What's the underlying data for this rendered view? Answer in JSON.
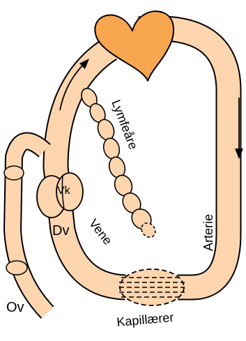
{
  "labels": {
    "lymph_vessel": "Lymfeåre",
    "artery": "Arterie",
    "vein": "Vene",
    "capillaries": "Kapillærer",
    "valve": "Vk",
    "deep_vein": "Dv",
    "superficial_vein": "Ov"
  },
  "colors": {
    "vessel_fill": "#FDD5AE",
    "heart_fill": "#F9A650",
    "outline": "#000000",
    "background": "#FFFFFF"
  },
  "icons": {
    "heart": "heart-icon",
    "arrow_up": "arrow-up-icon",
    "arrow_down": "arrow-down-icon"
  }
}
